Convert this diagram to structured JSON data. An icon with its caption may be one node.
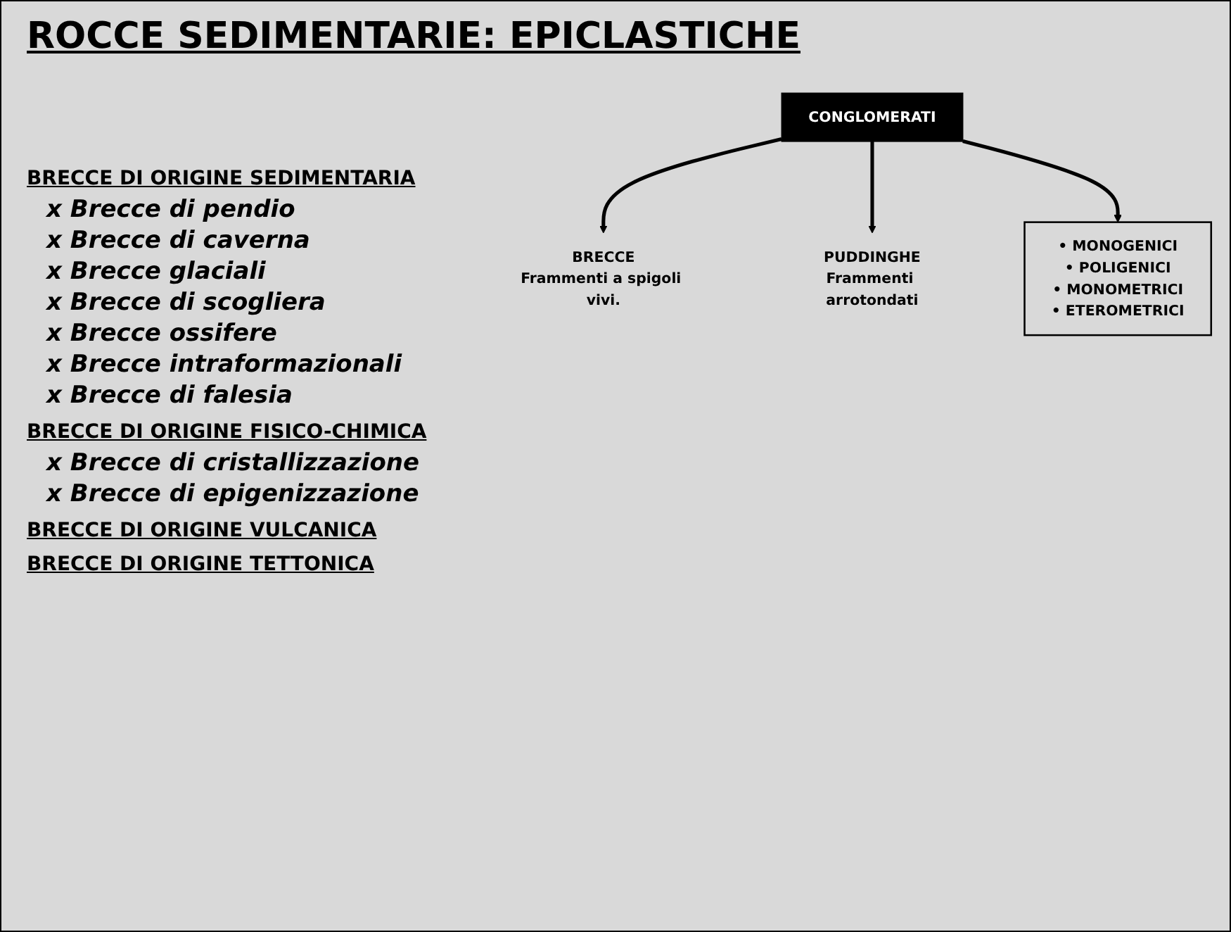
{
  "diagram": {
    "title": "ROCCE SEDIMENTARIE: EPICLASTICHE",
    "nodes": [
      {
        "text": [
          "CONGLOMERATI"
        ]
      },
      {
        "text": [
          "BRECCE",
          "Frammenti a spigoli vivi."
        ]
      },
      {
        "text": [
          "PUDDINGHE",
          "Frammenti arrotondati"
        ]
      },
      {
        "text": [
          "• MONOGENICI",
          "• POLIGENICI",
          "• MONOMETRICI",
          "• ETEROMETRICI"
        ]
      }
    ],
    "edges": [
      {
        "from": 0,
        "to": 1,
        "arrow": "to"
      },
      {
        "from": 0,
        "to": 2,
        "arrow": "to"
      },
      {
        "from": 0,
        "to": 3,
        "arrow": "to"
      }
    ],
    "labels": [
      "BRECCE DI ORIGINE SEDIMENTARIA",
      "x Brecce di pendio",
      "x Brecce di caverna",
      "x Brecce glaciali",
      "x Brecce di scogliera",
      "x Brecce ossifere",
      "x Brecce intraformazionali",
      "x Brecce di falesia",
      "BRECCE DI ORIGINE FISICO-CHIMICA",
      "x Brecce di cristallizzazione",
      "x Brecce di epigenizzazione",
      "BRECCE DI ORIGINE VULCANICA",
      "BRECCE DI ORIGINE TETTONICA"
    ]
  }
}
